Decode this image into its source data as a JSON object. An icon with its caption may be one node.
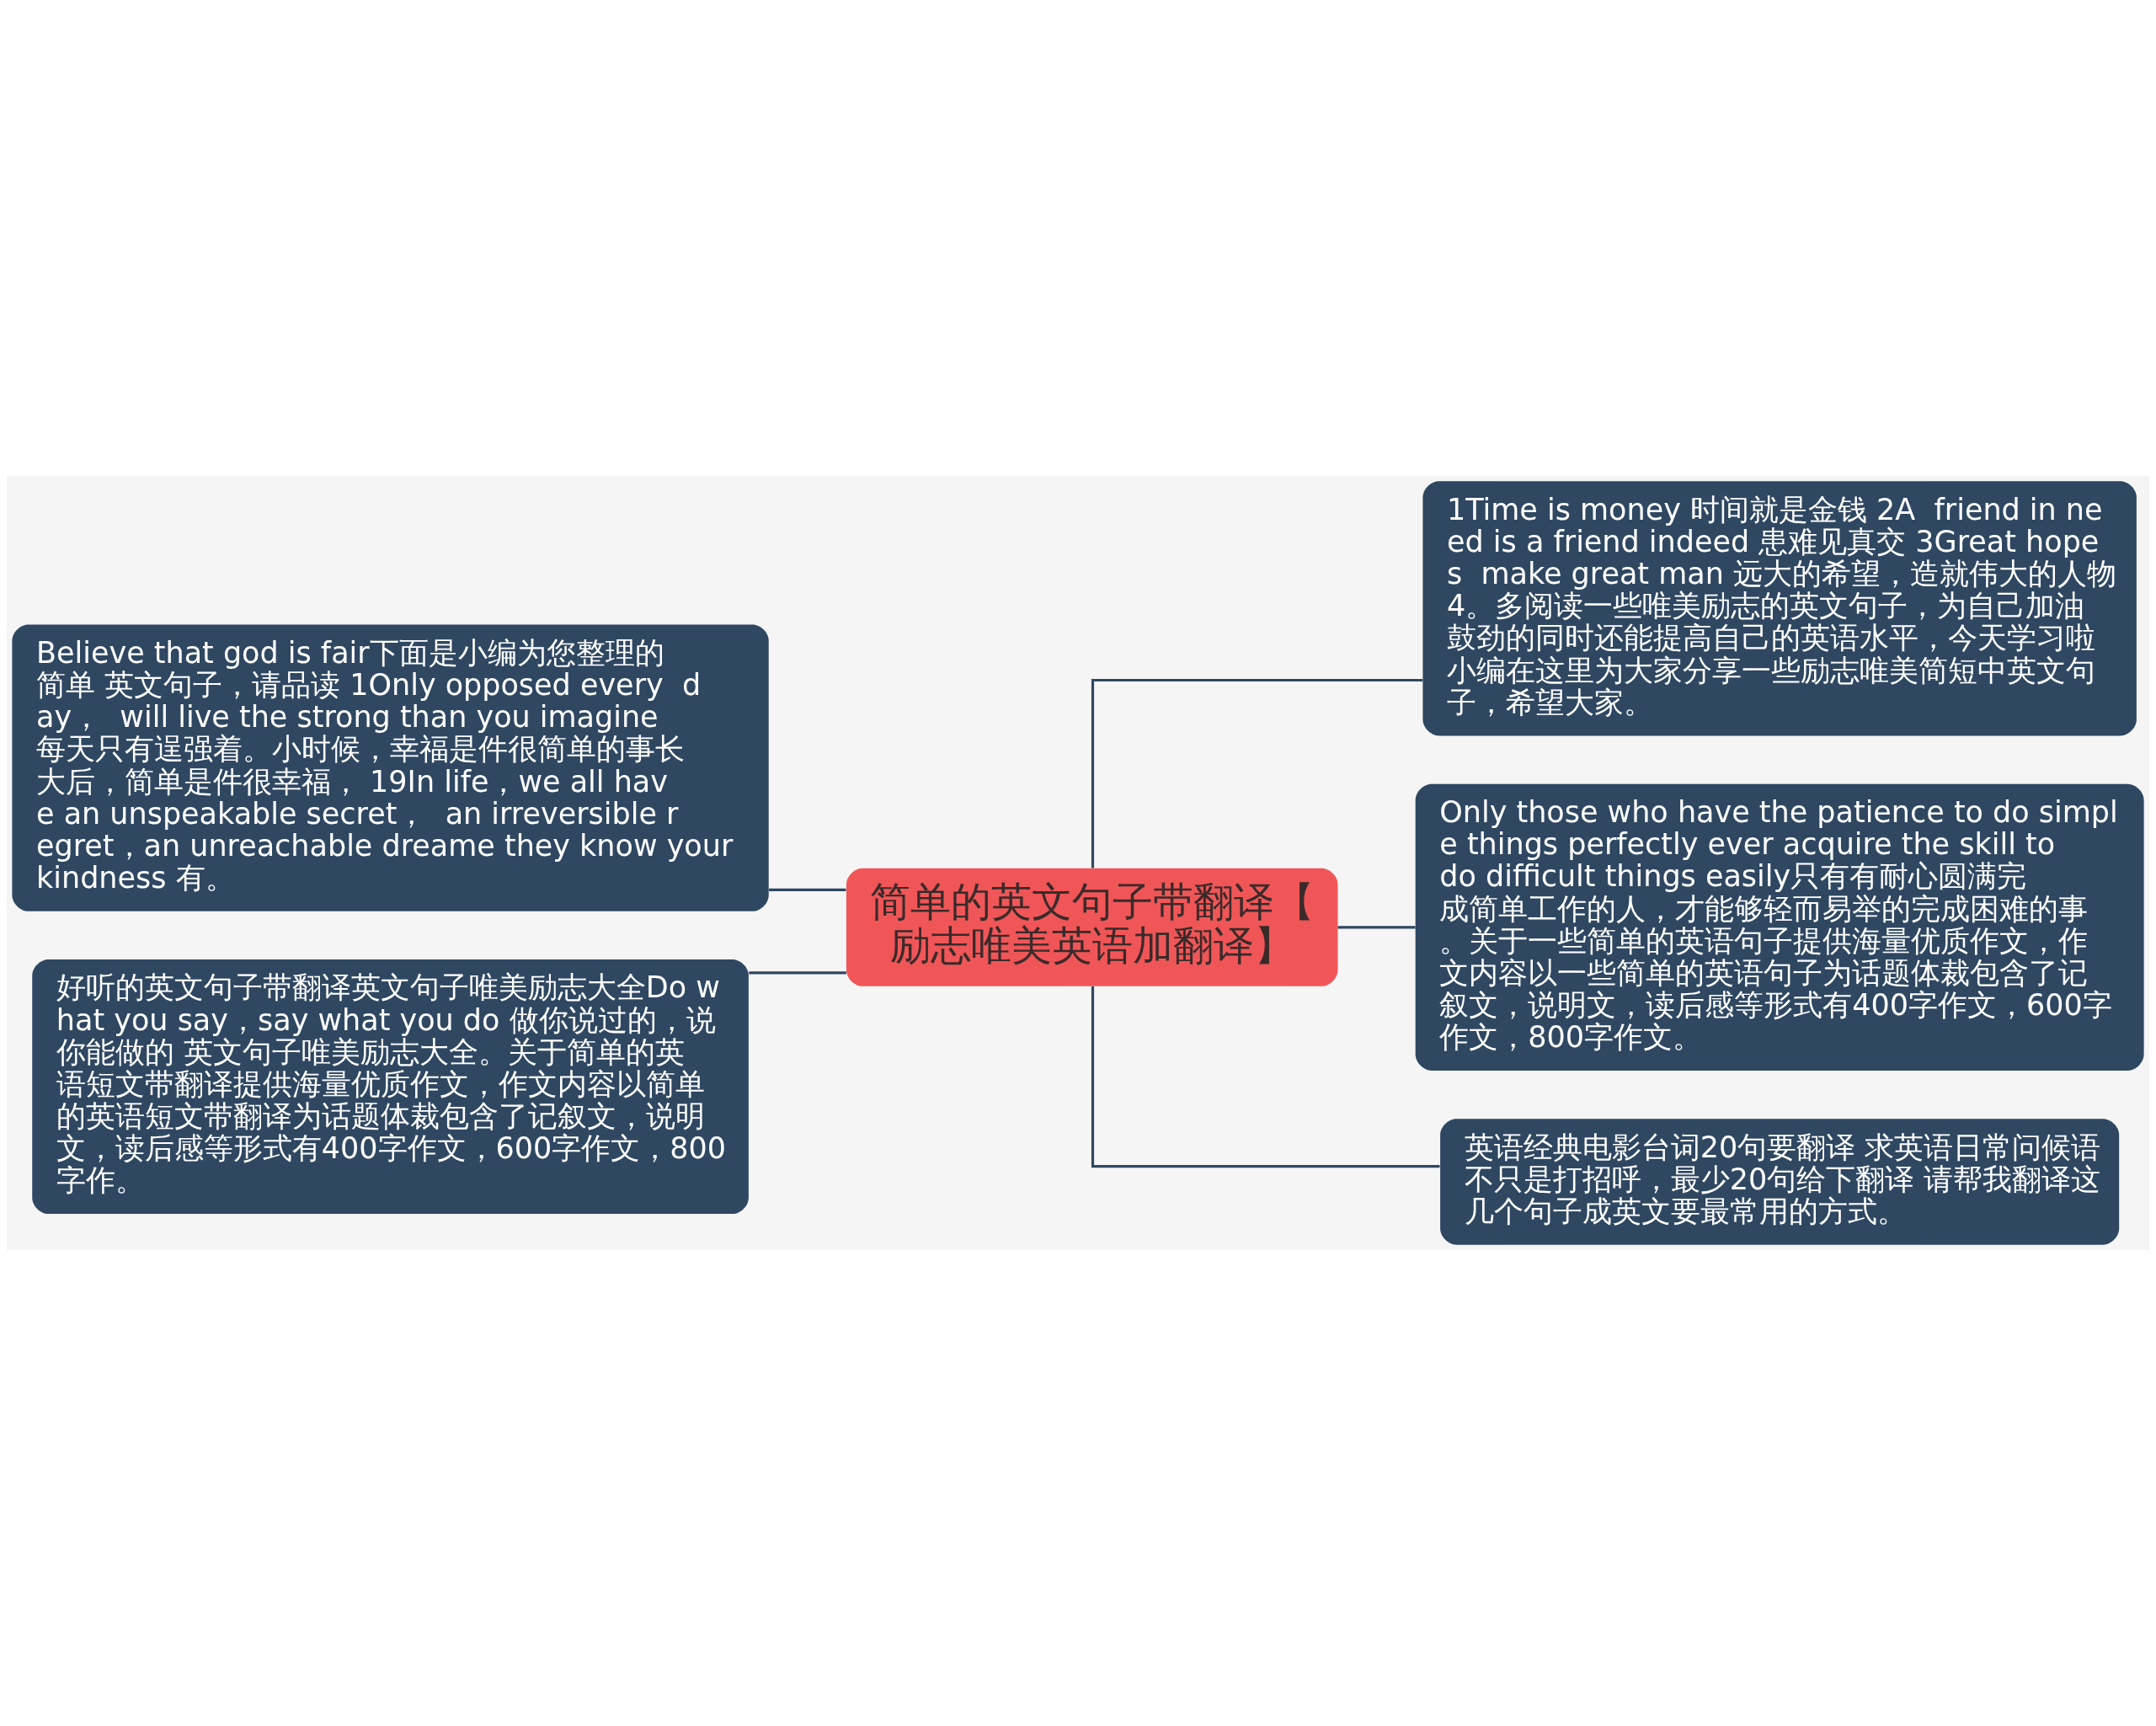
{
  "diagram": {
    "nodes": [
      {
        "text": [
          "简单的英文句子带翻译【励志唯美英语加翻译】"
        ]
      },
      {
        "text": [
          "Believe that god is fair下面是小编为您整理的简单 英文句子，请品读 1Only opposed every  day，  will live the strong than you imagine 每天只有逞强着。小时候，幸福是件很简单的事长大后，简单是件很幸福， 19In life，we all have an unspeakable secret，  an irreversible regret，an unreachable dreame they know your kindness 有。"
        ]
      },
      {
        "text": [
          "好听的英文句子带翻译英文句子唯美励志大全Do what you say，say what you do 做你说过的，说你能做的 英文句子唯美励志大全。关于简单的英语短文带翻译提供海量优质作文，作文内容以简单的英语短文带翻译为话题体裁包含了记叙文，说明文，读后感等形式有400字作文，600字作文，800字作。"
        ]
      },
      {
        "text": [
          "1Time is money 时间就是金钱 2A  friend in need is a friend indeed 患难见真交 3Great hopes  make great man 远大的希望，造就伟大的人物 4。多阅读一些唯美励志的英文句子，为自己加油鼓劲的同时还能提高自己的英语水平，今天学习啦小编在这里为大家分享一些励志唯美简短中英文句子，希望大家。"
        ]
      },
      {
        "text": [
          "Only those who have the patience to do simple things perfectly ever acquire the skill to do difficult things easily只有有耐心圆满完成简单工作的人，才能够轻而易举的完成困难的事。关于一些简单的英语句子提供海量优质作文，作文内容以一些简单的英语句子为话题体裁包含了记叙文，说明文，读后感等形式有400字作文，600字作文，800字作文。"
        ]
      },
      {
        "text": [
          "英语经典电影台词20句要翻译 求英语日常问候语不只是打招呼，最少20句给下翻译 请帮我翻译这几个句子成英文要最常用的方式。"
        ]
      }
    ],
    "edges": [
      {
        "from": 0,
        "to": 1,
        "arrow": "none"
      },
      {
        "from": 0,
        "to": 2,
        "arrow": "none"
      },
      {
        "from": 0,
        "to": 3,
        "arrow": "none"
      },
      {
        "from": 0,
        "to": 4,
        "arrow": "none"
      },
      {
        "from": 0,
        "to": 5,
        "arrow": "none"
      }
    ]
  }
}
